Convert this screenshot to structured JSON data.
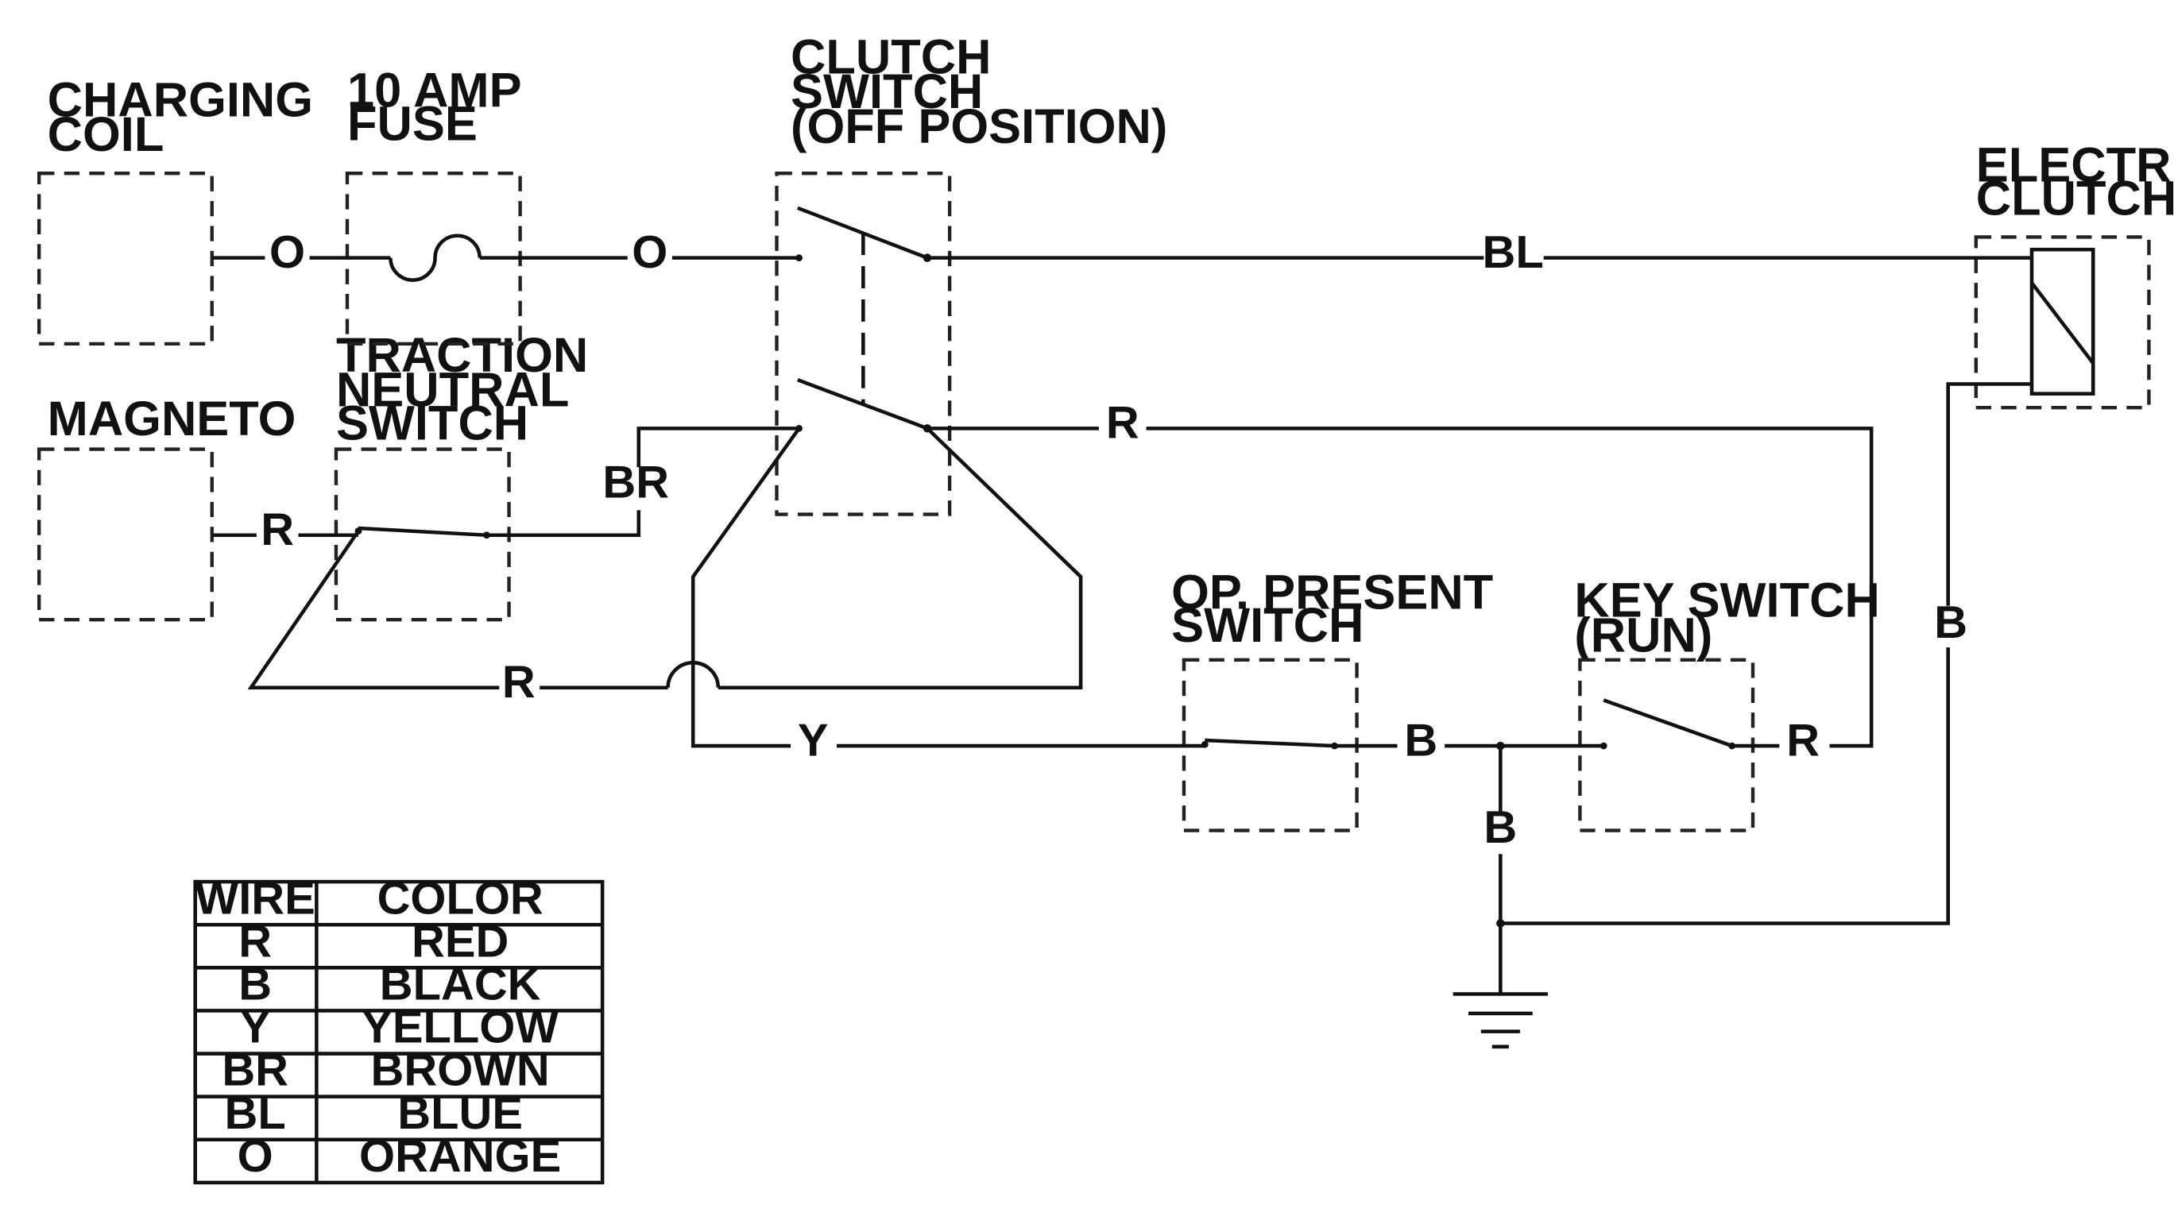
{
  "components": {
    "charging_coil": [
      "CHARGING",
      "COIL"
    ],
    "fuse": [
      "10 AMP",
      "FUSE"
    ],
    "clutch_switch": [
      "CLUTCH",
      "SWITCH",
      "(OFF POSITION)"
    ],
    "electric_clutch": [
      "ELECTRIC",
      "CLUTCH"
    ],
    "magneto": "MAGNETO",
    "traction_neutral_switch": [
      "TRACTION",
      "NEUTRAL",
      "SWITCH"
    ],
    "op_present_switch": [
      "OP. PRESENT",
      "SWITCH"
    ],
    "key_switch": [
      "KEY SWITCH",
      "(RUN)"
    ]
  },
  "wire_labels": {
    "coil_fuse": "O",
    "fuse_clutch": "O",
    "clutch_elec": "BL",
    "magneto_tns": "R",
    "tns_clutch": "BR",
    "clutch_key": "R",
    "bottom_loop": "R",
    "yellow": "Y",
    "op_junction": "B",
    "key_out": "R",
    "junction_down": "B",
    "clutch_ground": "B"
  },
  "legend": {
    "headers": [
      "WIRE",
      "COLOR"
    ],
    "rows": [
      [
        "R",
        "RED"
      ],
      [
        "B",
        "BLACK"
      ],
      [
        "Y",
        "YELLOW"
      ],
      [
        "BR",
        "BROWN"
      ],
      [
        "BL",
        "BLUE"
      ],
      [
        "O",
        "ORANGE"
      ]
    ]
  }
}
